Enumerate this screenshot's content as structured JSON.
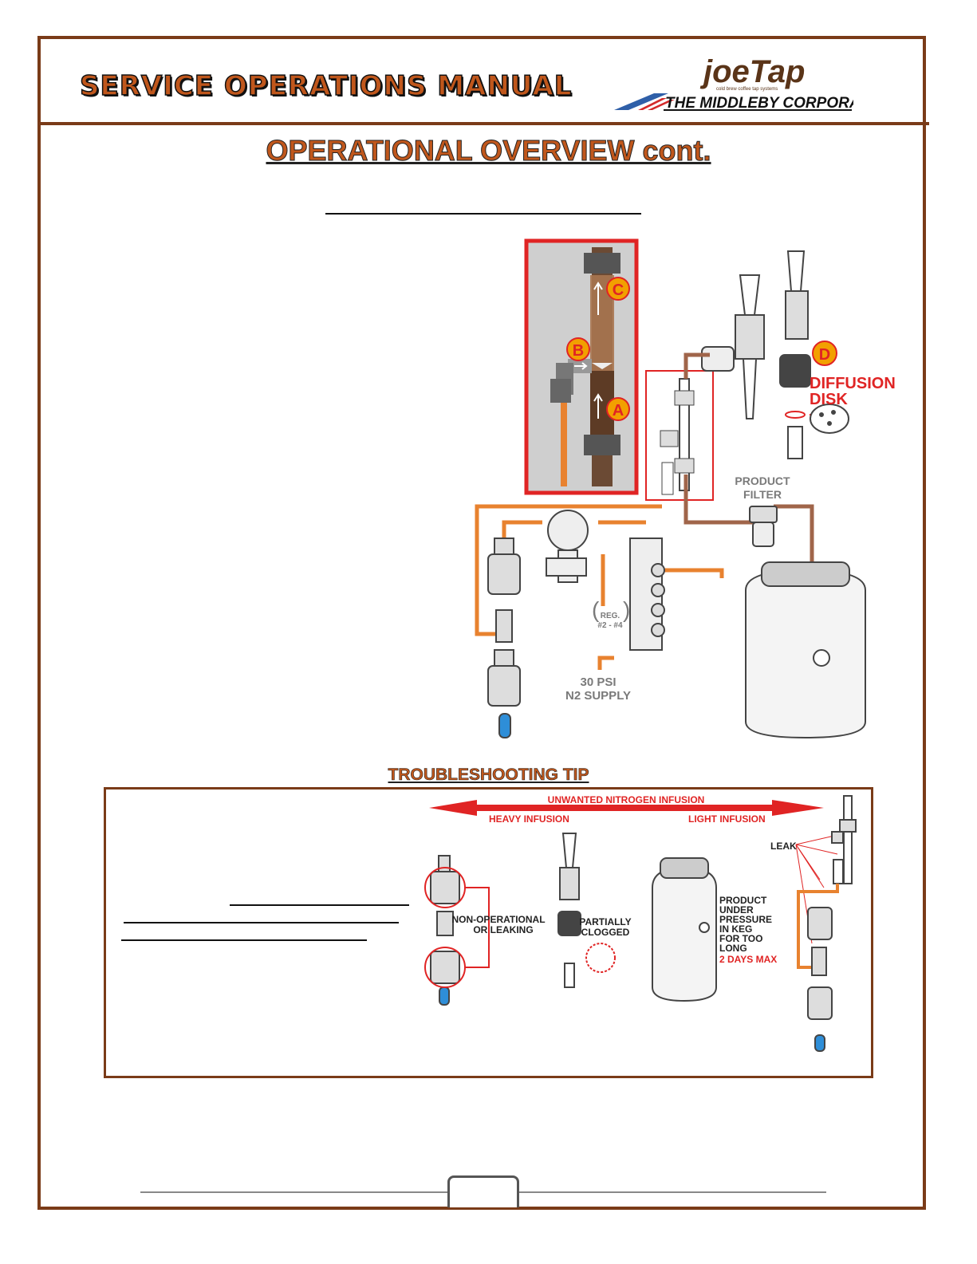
{
  "header": {
    "manual_title": "SERVICE OPERATIONS MANUAL",
    "brand_name": "joeTap",
    "brand_tagline": "cold brew coffee tap systems",
    "company": "THE MIDDLEBY CORPORATION"
  },
  "page": {
    "heading": "OPERATIONAL OVERVIEW cont."
  },
  "diagram": {
    "callouts": {
      "a": "A",
      "b": "B",
      "c": "C",
      "d": "D"
    },
    "diffusion_disk_line1": "DIFFUSION",
    "diffusion_disk_line2": "DISK",
    "product_filter_line1": "PRODUCT",
    "product_filter_line2": "FILTER",
    "reg_line1": "REG.",
    "reg_line2": "#2 - #4",
    "n2_supply_line1": "30 PSI",
    "n2_supply_line2": "N2 SUPPLY"
  },
  "troubleshooting": {
    "heading": "TROUBLESHOOTING TIP",
    "scale_title": "UNWANTED NITROGEN INFUSION",
    "heavy_label": "HEAVY INFUSION",
    "light_label": "LIGHT INFUSION",
    "check_valves_line1": "NON-OPERATIONAL",
    "check_valves_line2": "OR LEAKING",
    "clogged_line1": "PARTIALLY",
    "clogged_line2": "CLOGGED",
    "keg_line1": "PRODUCT",
    "keg_line2": "UNDER",
    "keg_line3": "PRESSURE",
    "keg_line4": "IN KEG",
    "keg_line5": "FOR TOO",
    "keg_line6": "LONG",
    "keg_warning": "2 DAYS MAX",
    "leak_label": "LEAK"
  },
  "colors": {
    "border_brown": "#7a3b18",
    "heading_orange": "#c0571c",
    "tube_orange": "#e8822f",
    "coffee_brown": "#a0654a",
    "alert_red": "#e02424",
    "label_gray": "#7a7a7a"
  }
}
